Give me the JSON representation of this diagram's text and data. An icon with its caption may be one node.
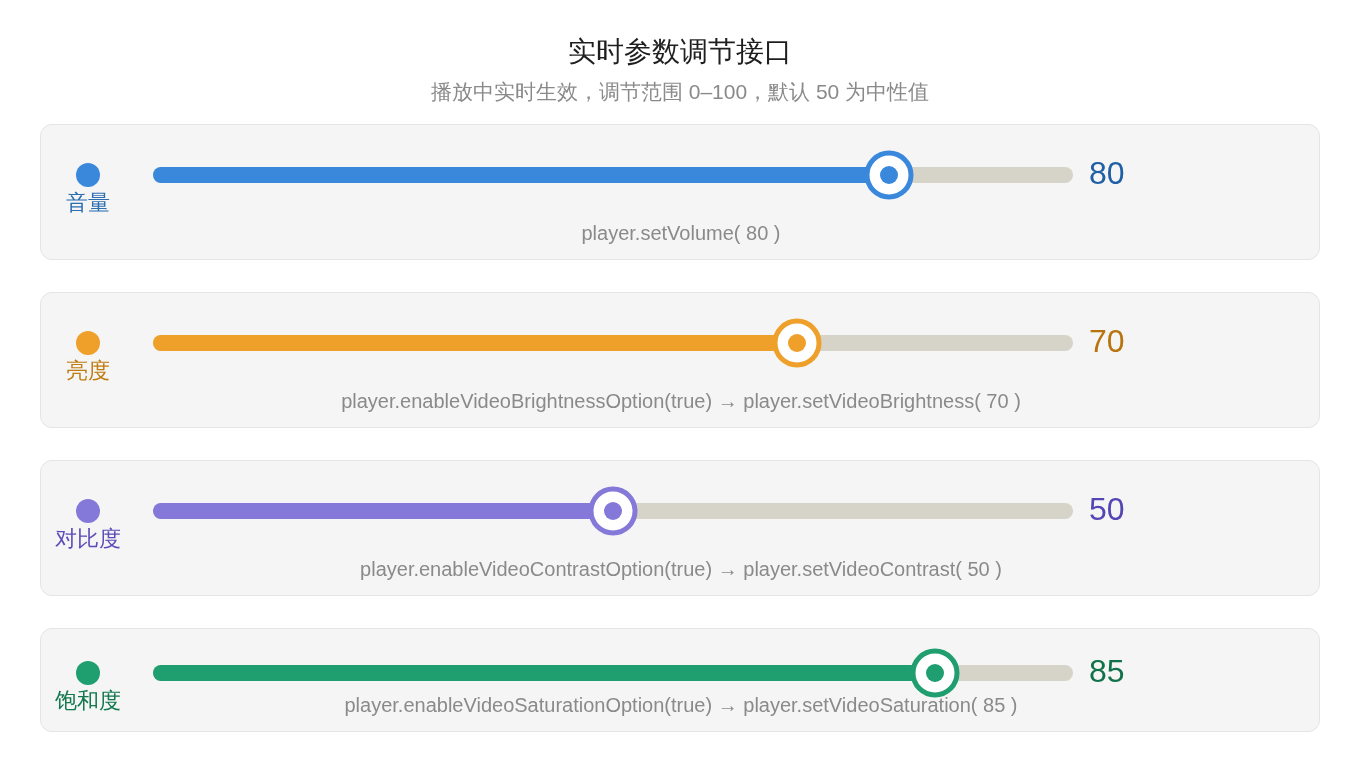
{
  "diagram": {
    "title": "实时参数调节接口",
    "nodes": [
      {
        "text": [
          "音量",
          "80",
          "player.setVolume( 80 )"
        ]
      },
      {
        "text": [
          "亮度",
          "70",
          "player.enableVideoBrightnessOption(true) → player.setVideoBrightness( 70 )"
        ]
      },
      {
        "text": [
          "对比度",
          "50",
          "player.enableVideoContrastOption(true) → player.setVideoContrast( 50 )"
        ]
      },
      {
        "text": [
          "饱和度",
          "85",
          "player.enableVideoSaturationOption(true) → player.setVideoSaturation( 85 )"
        ]
      }
    ],
    "labels": [
      "播放中实时生效，调节范围 0–100，默认 50 为中性值"
    ]
  }
}
